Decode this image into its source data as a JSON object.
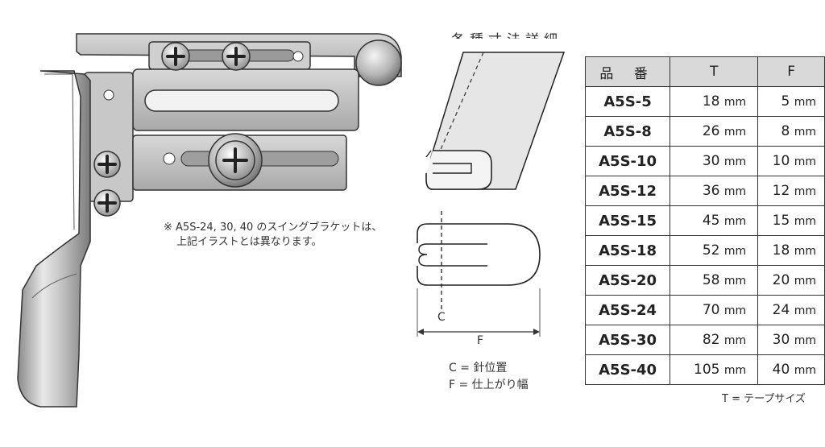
{
  "note": {
    "line1": "※ A5S-24, 30, 40 のスイングブラケットは、",
    "line2": "上記イラストとは異なります。"
  },
  "cut_title": "各種寸法詳細",
  "diagram": {
    "c_label": "C",
    "f_label": "F"
  },
  "legend": {
    "c": "C = 針位置",
    "f": "F = 仕上がり幅"
  },
  "table": {
    "headers": [
      "品 番",
      "T",
      "F"
    ],
    "unit": "mm",
    "rows": [
      {
        "part": "A5S-5",
        "t": "18",
        "f": "5"
      },
      {
        "part": "A5S-8",
        "t": "26",
        "f": "8"
      },
      {
        "part": "A5S-10",
        "t": "30",
        "f": "10"
      },
      {
        "part": "A5S-12",
        "t": "36",
        "f": "12"
      },
      {
        "part": "A5S-15",
        "t": "45",
        "f": "15"
      },
      {
        "part": "A5S-18",
        "t": "52",
        "f": "18"
      },
      {
        "part": "A5S-20",
        "t": "58",
        "f": "20"
      },
      {
        "part": "A5S-24",
        "t": "70",
        "f": "24"
      },
      {
        "part": "A5S-30",
        "t": "82",
        "f": "30"
      },
      {
        "part": "A5S-40",
        "t": "105",
        "f": "40"
      }
    ]
  },
  "footnote": "T = テープサイズ"
}
